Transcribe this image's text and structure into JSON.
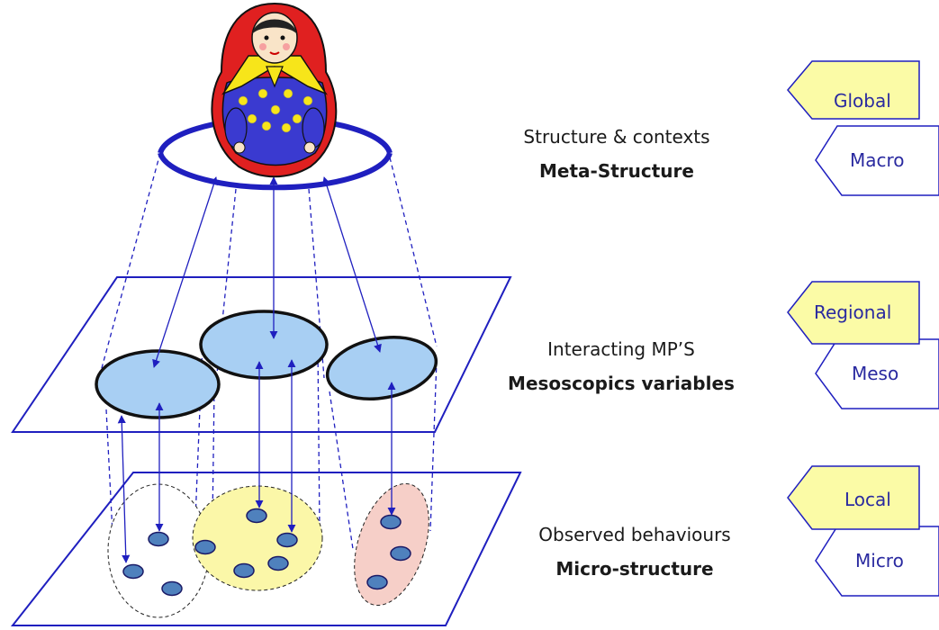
{
  "levels": [
    {
      "description": "Structure & contexts",
      "title": "Meta-Structure",
      "scale_top": "Global",
      "scale_bottom": "Macro"
    },
    {
      "description": "Interacting MP’S",
      "title": "Mesoscopics variables",
      "scale_top": "Regional",
      "scale_bottom": "Meso"
    },
    {
      "description": "Observed behaviours",
      "title": "Micro-structure",
      "scale_top": "Local",
      "scale_bottom": "Micro"
    }
  ],
  "colors": {
    "stroke": "#1f1fbf",
    "meso_ellipse": "#a8cff3",
    "micro_dot": "#4f81bd",
    "yellow_cluster": "#fbf7a8",
    "pink_cluster": "#f6cfc8",
    "tag_fill": "#fbfba6",
    "doll_red": "#e02020",
    "doll_blue": "#3a3ad0"
  },
  "icons": {
    "doll": "matryoshka-doll-icon"
  }
}
